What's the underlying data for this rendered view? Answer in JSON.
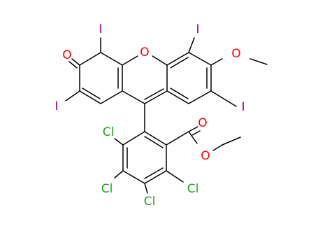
{
  "atoms": {
    "o_ring": {
      "text": "O",
      "color": "#ff0000"
    },
    "o_keto": {
      "text": "O",
      "color": "#ff0000"
    },
    "o_methoxy": {
      "text": "O",
      "color": "#ff0000"
    },
    "o_carbonyl": {
      "text": "O",
      "color": "#ff0000"
    },
    "o_ester": {
      "text": "O",
      "color": "#ff0000"
    },
    "i_top_left": {
      "text": "I",
      "color": "#940094"
    },
    "i_top_right": {
      "text": "I",
      "color": "#940094"
    },
    "i_left": {
      "text": "I",
      "color": "#940094"
    },
    "i_right": {
      "text": "I",
      "color": "#940094"
    },
    "cl_1": {
      "text": "Cl",
      "color": "#1fa01f"
    },
    "cl_2": {
      "text": "Cl",
      "color": "#1fa01f"
    },
    "cl_3": {
      "text": "Cl",
      "color": "#1fa01f"
    },
    "cl_4": {
      "text": "Cl",
      "color": "#1fa01f"
    }
  }
}
